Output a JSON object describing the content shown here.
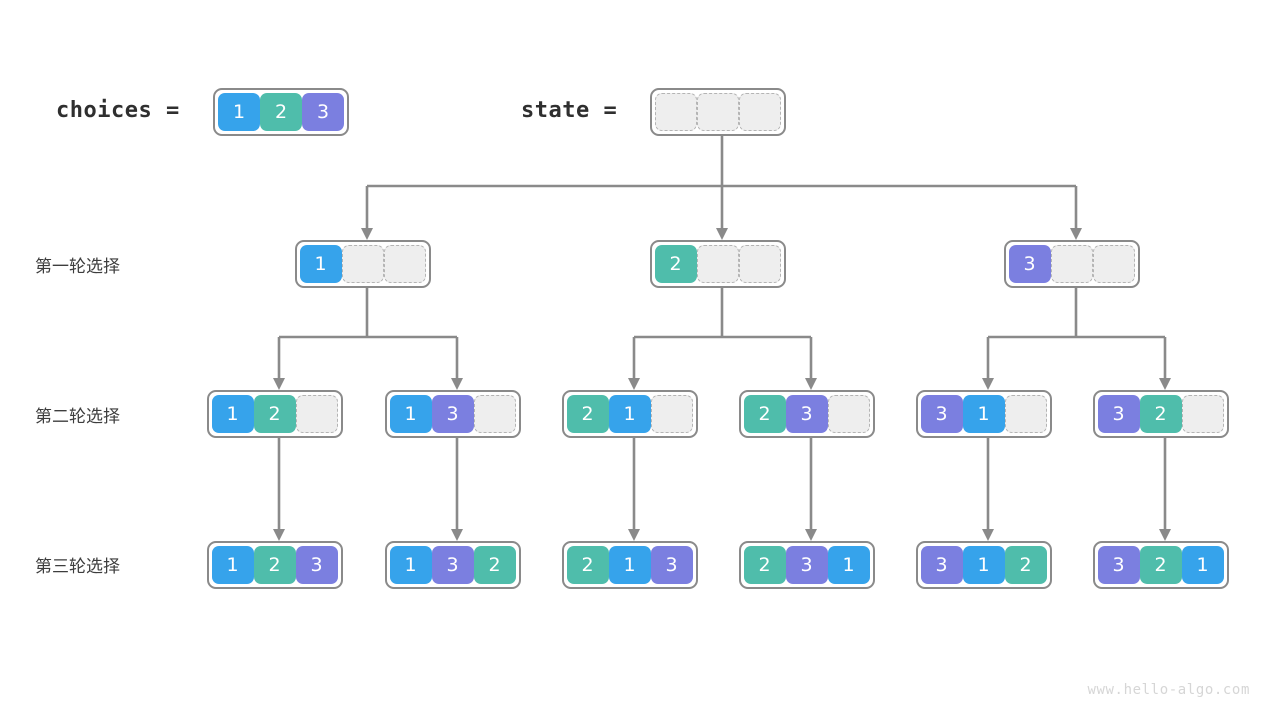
{
  "figure": {
    "watermark": "www.hello-algo.com",
    "colors": {
      "value_1": "#36a3eb",
      "value_2": "#4fbdab",
      "value_3": "#7b7fe0",
      "empty_cell": "#eeeeee",
      "border": "#8a8a8a",
      "text": "#3d3d3d"
    }
  },
  "header": {
    "choices_label": "choices  =",
    "choices_values": [
      "1",
      "2",
      "3"
    ],
    "state_label": "state  =",
    "state_values": [
      "",
      "",
      ""
    ]
  },
  "rows": [
    {
      "label": "第一轮选择"
    },
    {
      "label": "第二轮选择"
    },
    {
      "label": "第三轮选择"
    }
  ],
  "level1": [
    {
      "values": [
        "1",
        "",
        ""
      ]
    },
    {
      "values": [
        "2",
        "",
        ""
      ]
    },
    {
      "values": [
        "3",
        "",
        ""
      ]
    }
  ],
  "level2": [
    {
      "values": [
        "1",
        "2",
        ""
      ]
    },
    {
      "values": [
        "1",
        "3",
        ""
      ]
    },
    {
      "values": [
        "2",
        "1",
        ""
      ]
    },
    {
      "values": [
        "2",
        "3",
        ""
      ]
    },
    {
      "values": [
        "3",
        "1",
        ""
      ]
    },
    {
      "values": [
        "3",
        "2",
        ""
      ]
    }
  ],
  "level3": [
    {
      "values": [
        "1",
        "2",
        "3"
      ]
    },
    {
      "values": [
        "1",
        "3",
        "2"
      ]
    },
    {
      "values": [
        "2",
        "1",
        "3"
      ]
    },
    {
      "values": [
        "2",
        "3",
        "1"
      ]
    },
    {
      "values": [
        "3",
        "1",
        "2"
      ]
    },
    {
      "values": [
        "3",
        "2",
        "1"
      ]
    }
  ]
}
